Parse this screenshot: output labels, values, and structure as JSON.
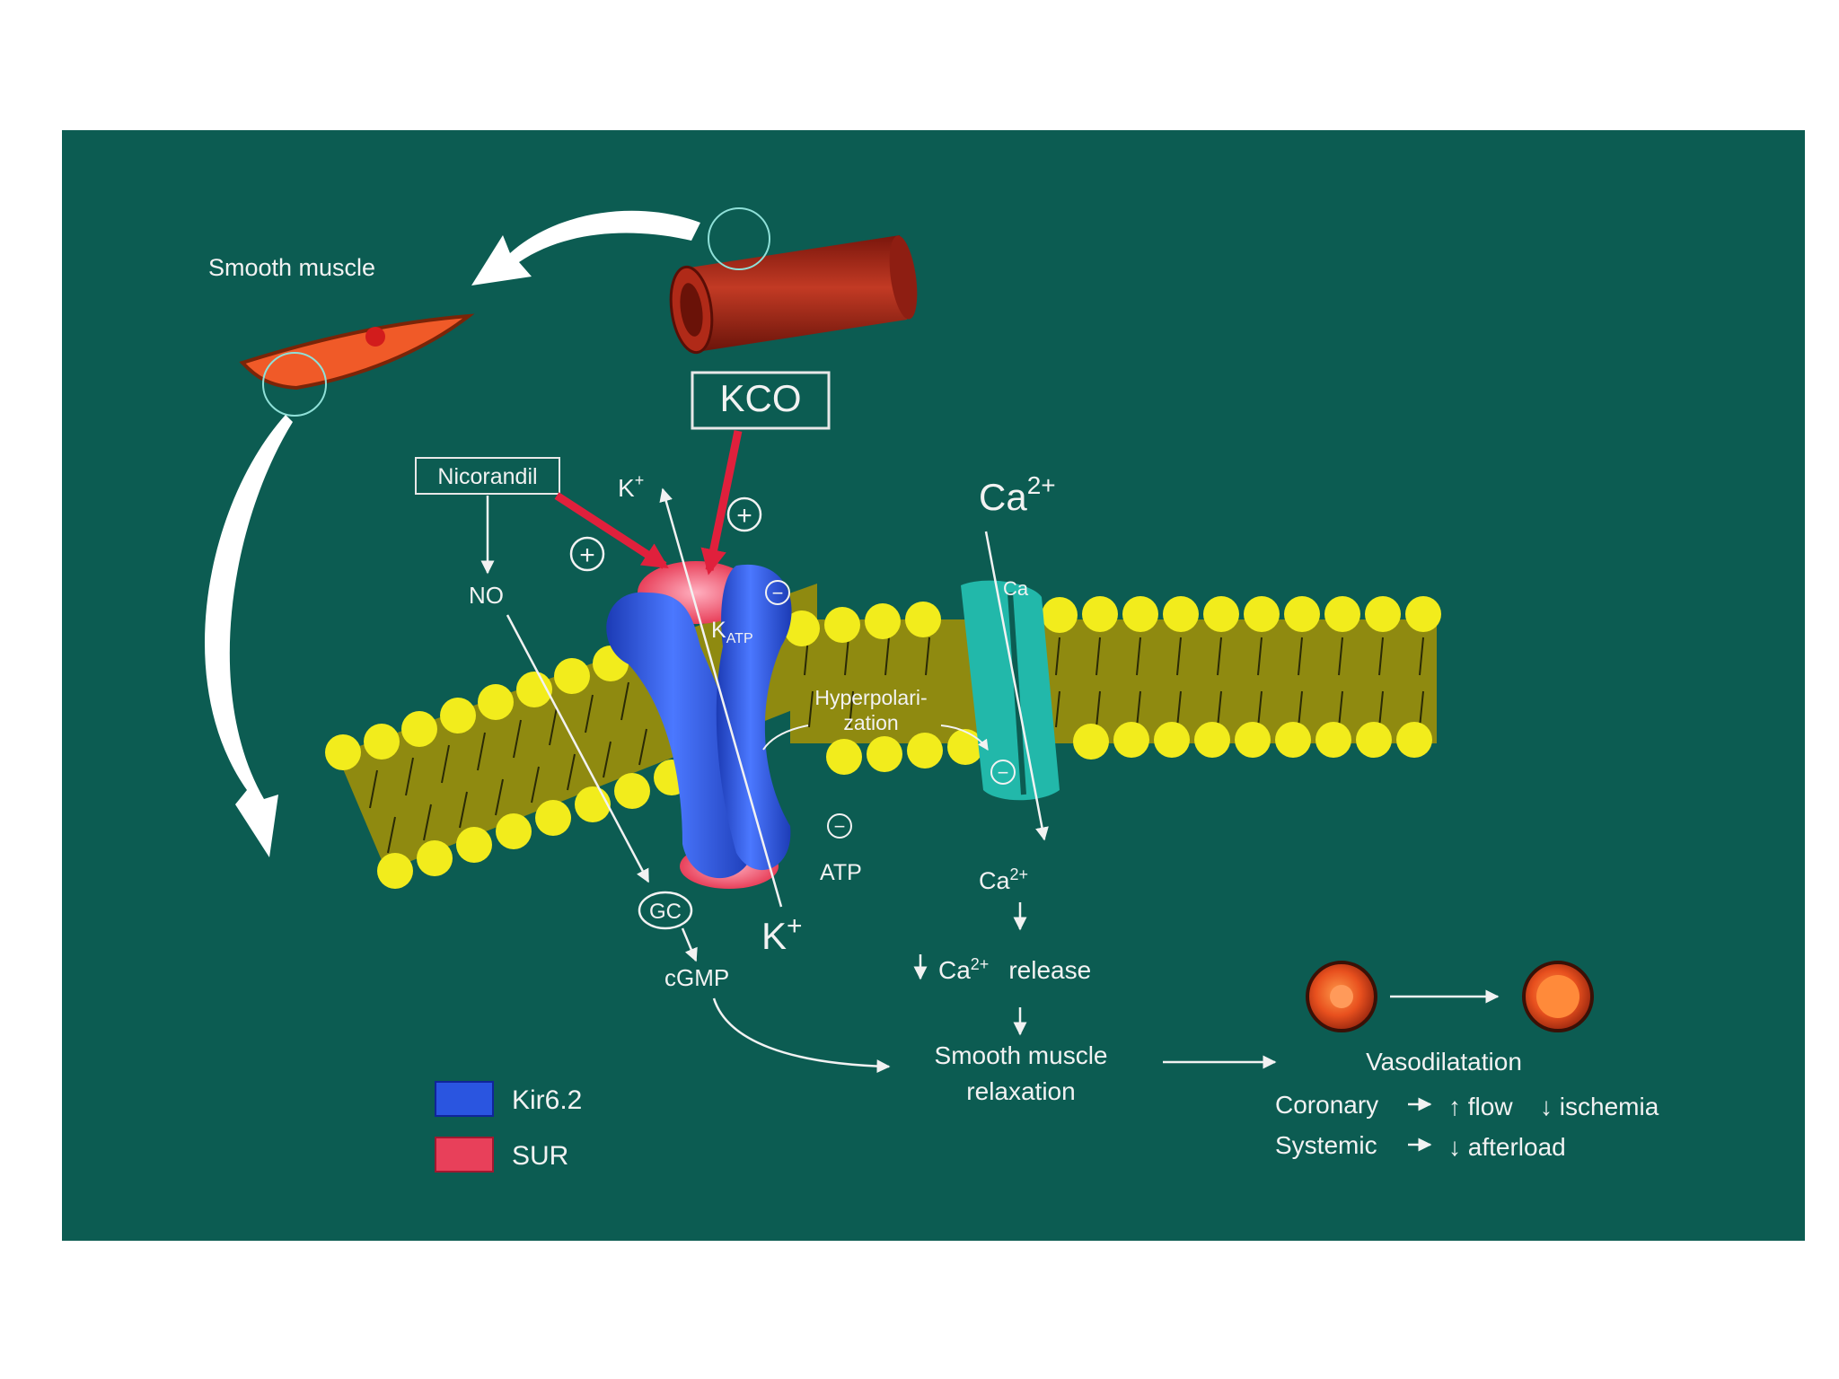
{
  "colors": {
    "background": "#0c5c52",
    "kir62": "#2a55e0",
    "sur": "#e8405a",
    "lipid_head": "#f2ec1c",
    "lipid_body": "#8f8a10",
    "ca_channel": "#22b8aa",
    "vessel": "#a22618",
    "cell": "#f05a28",
    "arrow_red": "#e0203c"
  },
  "labels": {
    "smooth_muscle": "Smooth muscle",
    "kco": "KCO",
    "nicorandil": "Nicorandil",
    "k_top": "K",
    "k_top_sup": "+",
    "ca_top": "Ca",
    "ca_top_sup": "2+",
    "no": "NO",
    "katp_k": "K",
    "katp_sub": "ATP",
    "ca_channel": "Ca",
    "hyperpolarization_1": "Hyperpolari-",
    "hyperpolarization_2": "zation",
    "atp": "ATP",
    "gc": "GC",
    "k_bottom": "K",
    "k_bottom_sup": "+",
    "cgmp": "cGMP",
    "ca_mid": "Ca",
    "ca_mid_sup": "2+",
    "ca_release_ca": "Ca",
    "ca_release_sup": "2+",
    "ca_release_word": "release",
    "relaxation_1": "Smooth muscle",
    "relaxation_2": "relaxation",
    "vasodilatation": "Vasodilatation",
    "coronary": "Coronary",
    "coronary_flow": "↑ flow",
    "coronary_ischemia": "↓ ischemia",
    "systemic": "Systemic",
    "systemic_afterload": "↓ afterload",
    "plus": "+",
    "minus": "−"
  },
  "legend": [
    {
      "label": "Kir6.2",
      "color": "#2a55e0"
    },
    {
      "label": "SUR",
      "color": "#e8405a"
    }
  ]
}
